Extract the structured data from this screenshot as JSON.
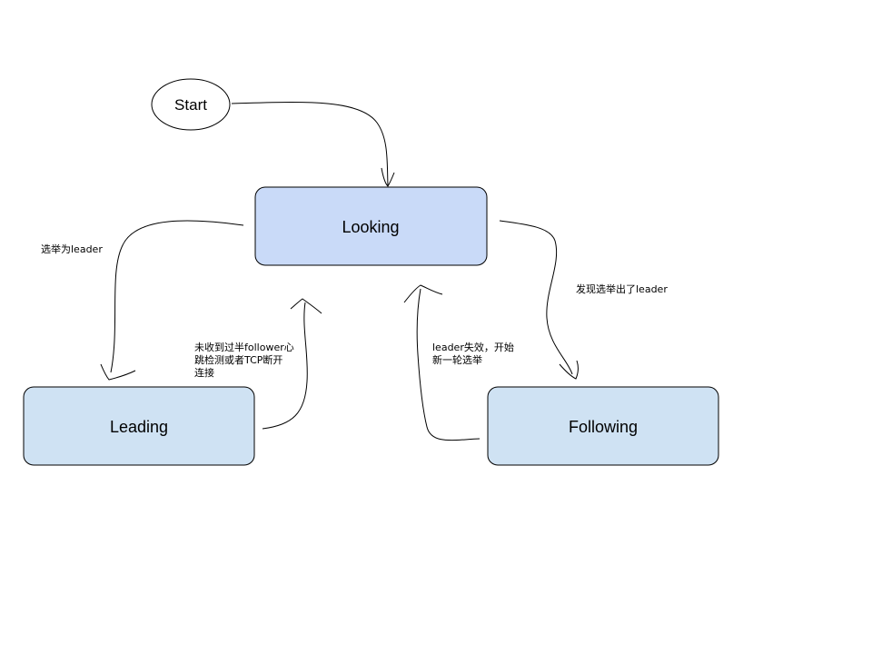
{
  "nodes": {
    "start": "Start",
    "looking": "Looking",
    "leading": "Leading",
    "following": "Following"
  },
  "edges": {
    "looking_to_leading": "选举为leader",
    "looking_to_following": "发现选举出了leader",
    "leading_to_looking": "未收到过半follower心\n跳检测或者TCP断开\n连接",
    "following_to_looking": "leader失效，开始\n新一轮选举"
  },
  "colors": {
    "looking_fill": "#c9daf8",
    "state_fill": "#cfe2f3",
    "stroke": "#000000"
  }
}
